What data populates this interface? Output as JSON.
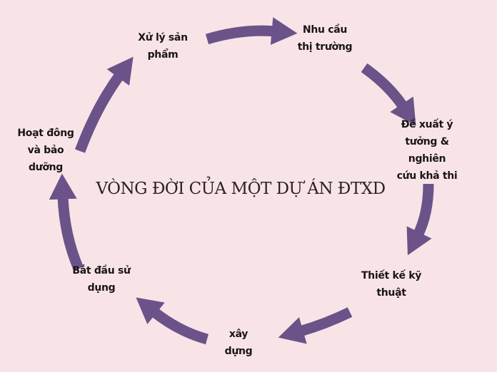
{
  "title": "VÒNG ĐỜI CỦA MỘT DỰ ÁN ĐTXD",
  "colors": {
    "background": "#f8e4e7",
    "arrow": "#6b5389",
    "text": "#1a1418"
  },
  "stages": [
    {
      "lines": [
        "Nhu cầu",
        "thị trường"
      ]
    },
    {
      "lines": [
        "Đề xuất ý",
        "tưởng &",
        "nghiên",
        "cứu khả thi"
      ]
    },
    {
      "lines": [
        "Thiết kế kỹ",
        "thuật"
      ]
    },
    {
      "lines": [
        "xây",
        "dựng"
      ]
    },
    {
      "lines": [
        "Bắt đầu sử",
        "dụng"
      ]
    },
    {
      "lines": [
        "Hoạt đông",
        "và bảo",
        "dưỡng"
      ]
    },
    {
      "lines": [
        "Xử lý sản",
        "phẩm"
      ]
    }
  ]
}
